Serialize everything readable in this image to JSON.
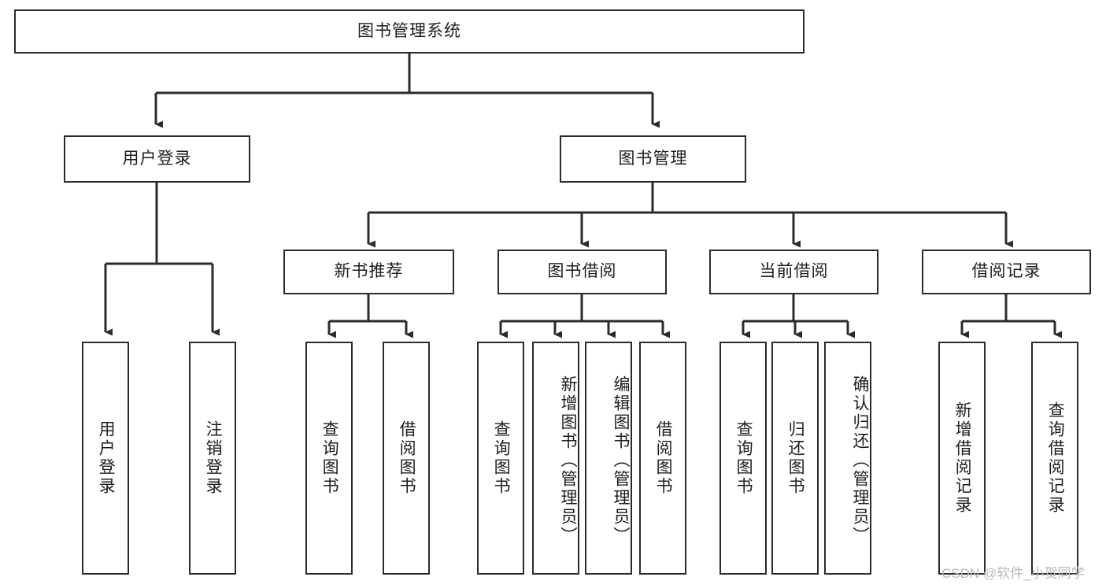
{
  "diagram": {
    "title": "图书管理系统",
    "watermark": "CSDN @软件_小贺同学",
    "colors": {
      "stroke": "#2b2b2b",
      "fill": "#ffffff",
      "text": "#1d1d1d",
      "watermark": "#b9b9b9"
    },
    "levels": {
      "root": {
        "label": "图书管理系统"
      },
      "level2": [
        {
          "id": "user-login",
          "label": "用户登录"
        },
        {
          "id": "book-management",
          "label": "图书管理"
        }
      ],
      "level3": [
        {
          "id": "new-book-recommend",
          "label": "新书推荐"
        },
        {
          "id": "book-borrow",
          "label": "图书借阅"
        },
        {
          "id": "current-borrow",
          "label": "当前借阅"
        },
        {
          "id": "borrow-record",
          "label": "借阅记录"
        }
      ],
      "leaves": {
        "user_login": [
          {
            "id": "leaf-user-login",
            "label": "用户登录"
          },
          {
            "id": "leaf-logout-login",
            "label": "注销登录"
          }
        ],
        "new_book_recommend": [
          {
            "id": "leaf-query-book-1",
            "label": "查询图书"
          },
          {
            "id": "leaf-borrow-book-1",
            "label": "借阅图书"
          }
        ],
        "book_borrow": [
          {
            "id": "leaf-query-book-2",
            "label": "查询图书"
          },
          {
            "id": "leaf-add-book",
            "label": "新增图书（管理员）"
          },
          {
            "id": "leaf-edit-book",
            "label": "编辑图书（管理员）"
          },
          {
            "id": "leaf-borrow-book-2",
            "label": "借阅图书"
          }
        ],
        "current_borrow": [
          {
            "id": "leaf-query-book-3",
            "label": "查询图书"
          },
          {
            "id": "leaf-return-book",
            "label": "归还图书"
          },
          {
            "id": "leaf-confirm-return",
            "label": "确认归还（管理员）"
          }
        ],
        "borrow_record": [
          {
            "id": "leaf-add-record",
            "label": "新增借阅记录"
          },
          {
            "id": "leaf-query-record",
            "label": "查询借阅记录"
          }
        ]
      }
    }
  }
}
